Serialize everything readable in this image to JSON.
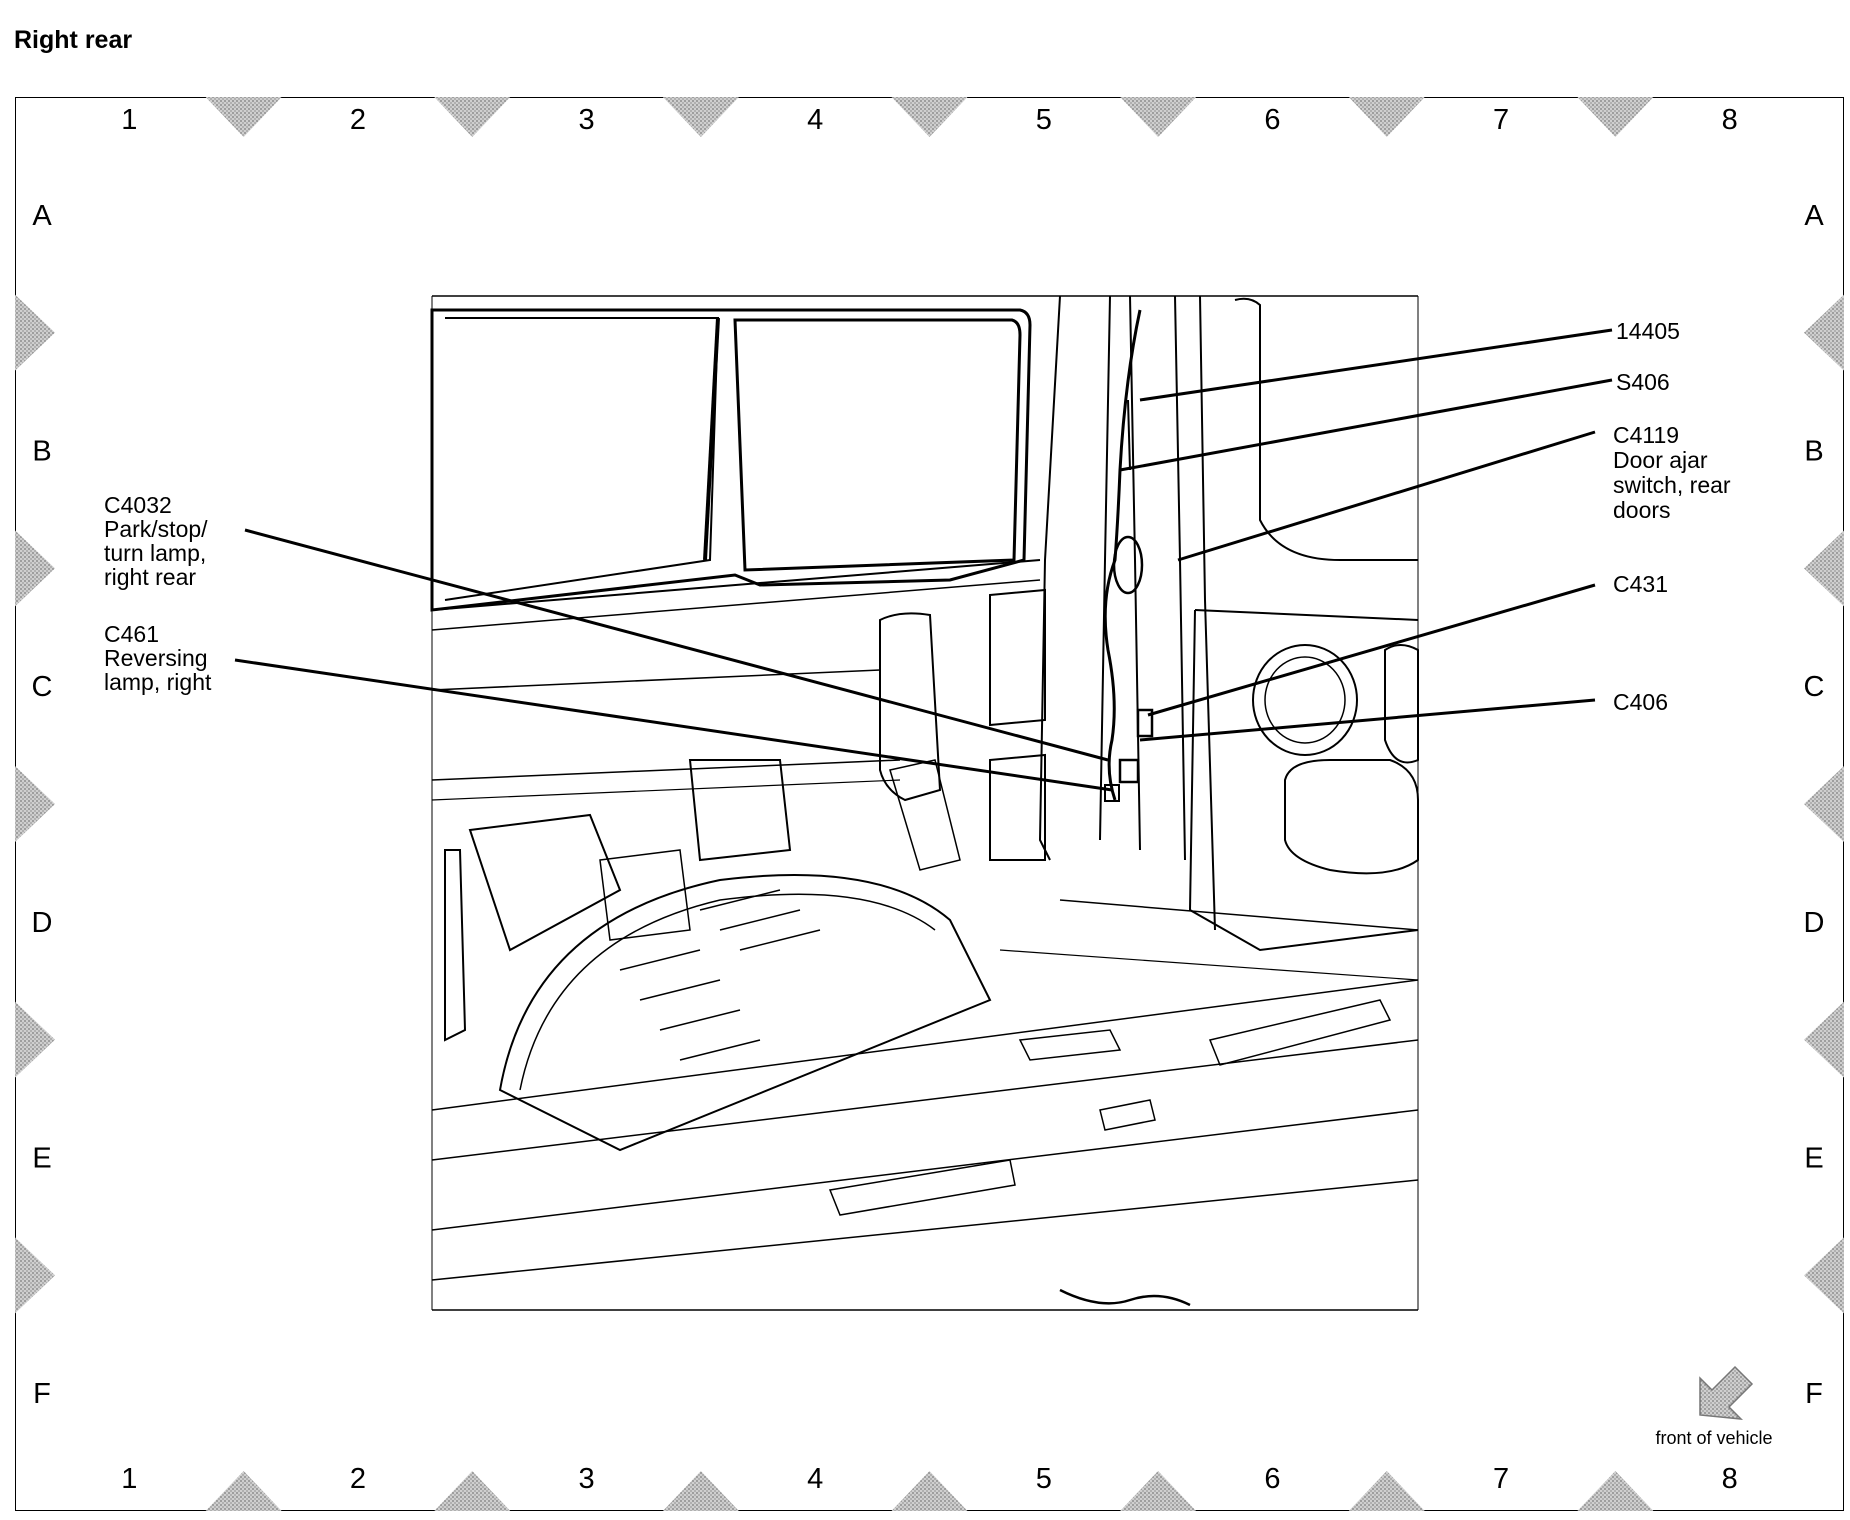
{
  "title": "Right rear",
  "grid": {
    "columns": [
      "1",
      "2",
      "3",
      "4",
      "5",
      "6",
      "7",
      "8"
    ],
    "rows": [
      "A",
      "B",
      "C",
      "D",
      "E",
      "F"
    ]
  },
  "callouts": {
    "c14405": {
      "lines": [
        "14405"
      ]
    },
    "s406": {
      "lines": [
        "S406"
      ]
    },
    "c4119": {
      "lines": [
        "C4119",
        "Door ajar",
        "switch, rear",
        "doors"
      ]
    },
    "c431": {
      "lines": [
        "C431"
      ]
    },
    "c406": {
      "lines": [
        "C406"
      ]
    },
    "c4032": {
      "lines": [
        "C4032",
        "Park/stop/",
        "turn lamp,",
        "right rear"
      ]
    },
    "c461": {
      "lines": [
        "C461",
        "Reversing",
        "lamp, right"
      ]
    }
  },
  "orientation": {
    "label": "front of vehicle",
    "icon": "arrow-front-of-vehicle-icon"
  }
}
